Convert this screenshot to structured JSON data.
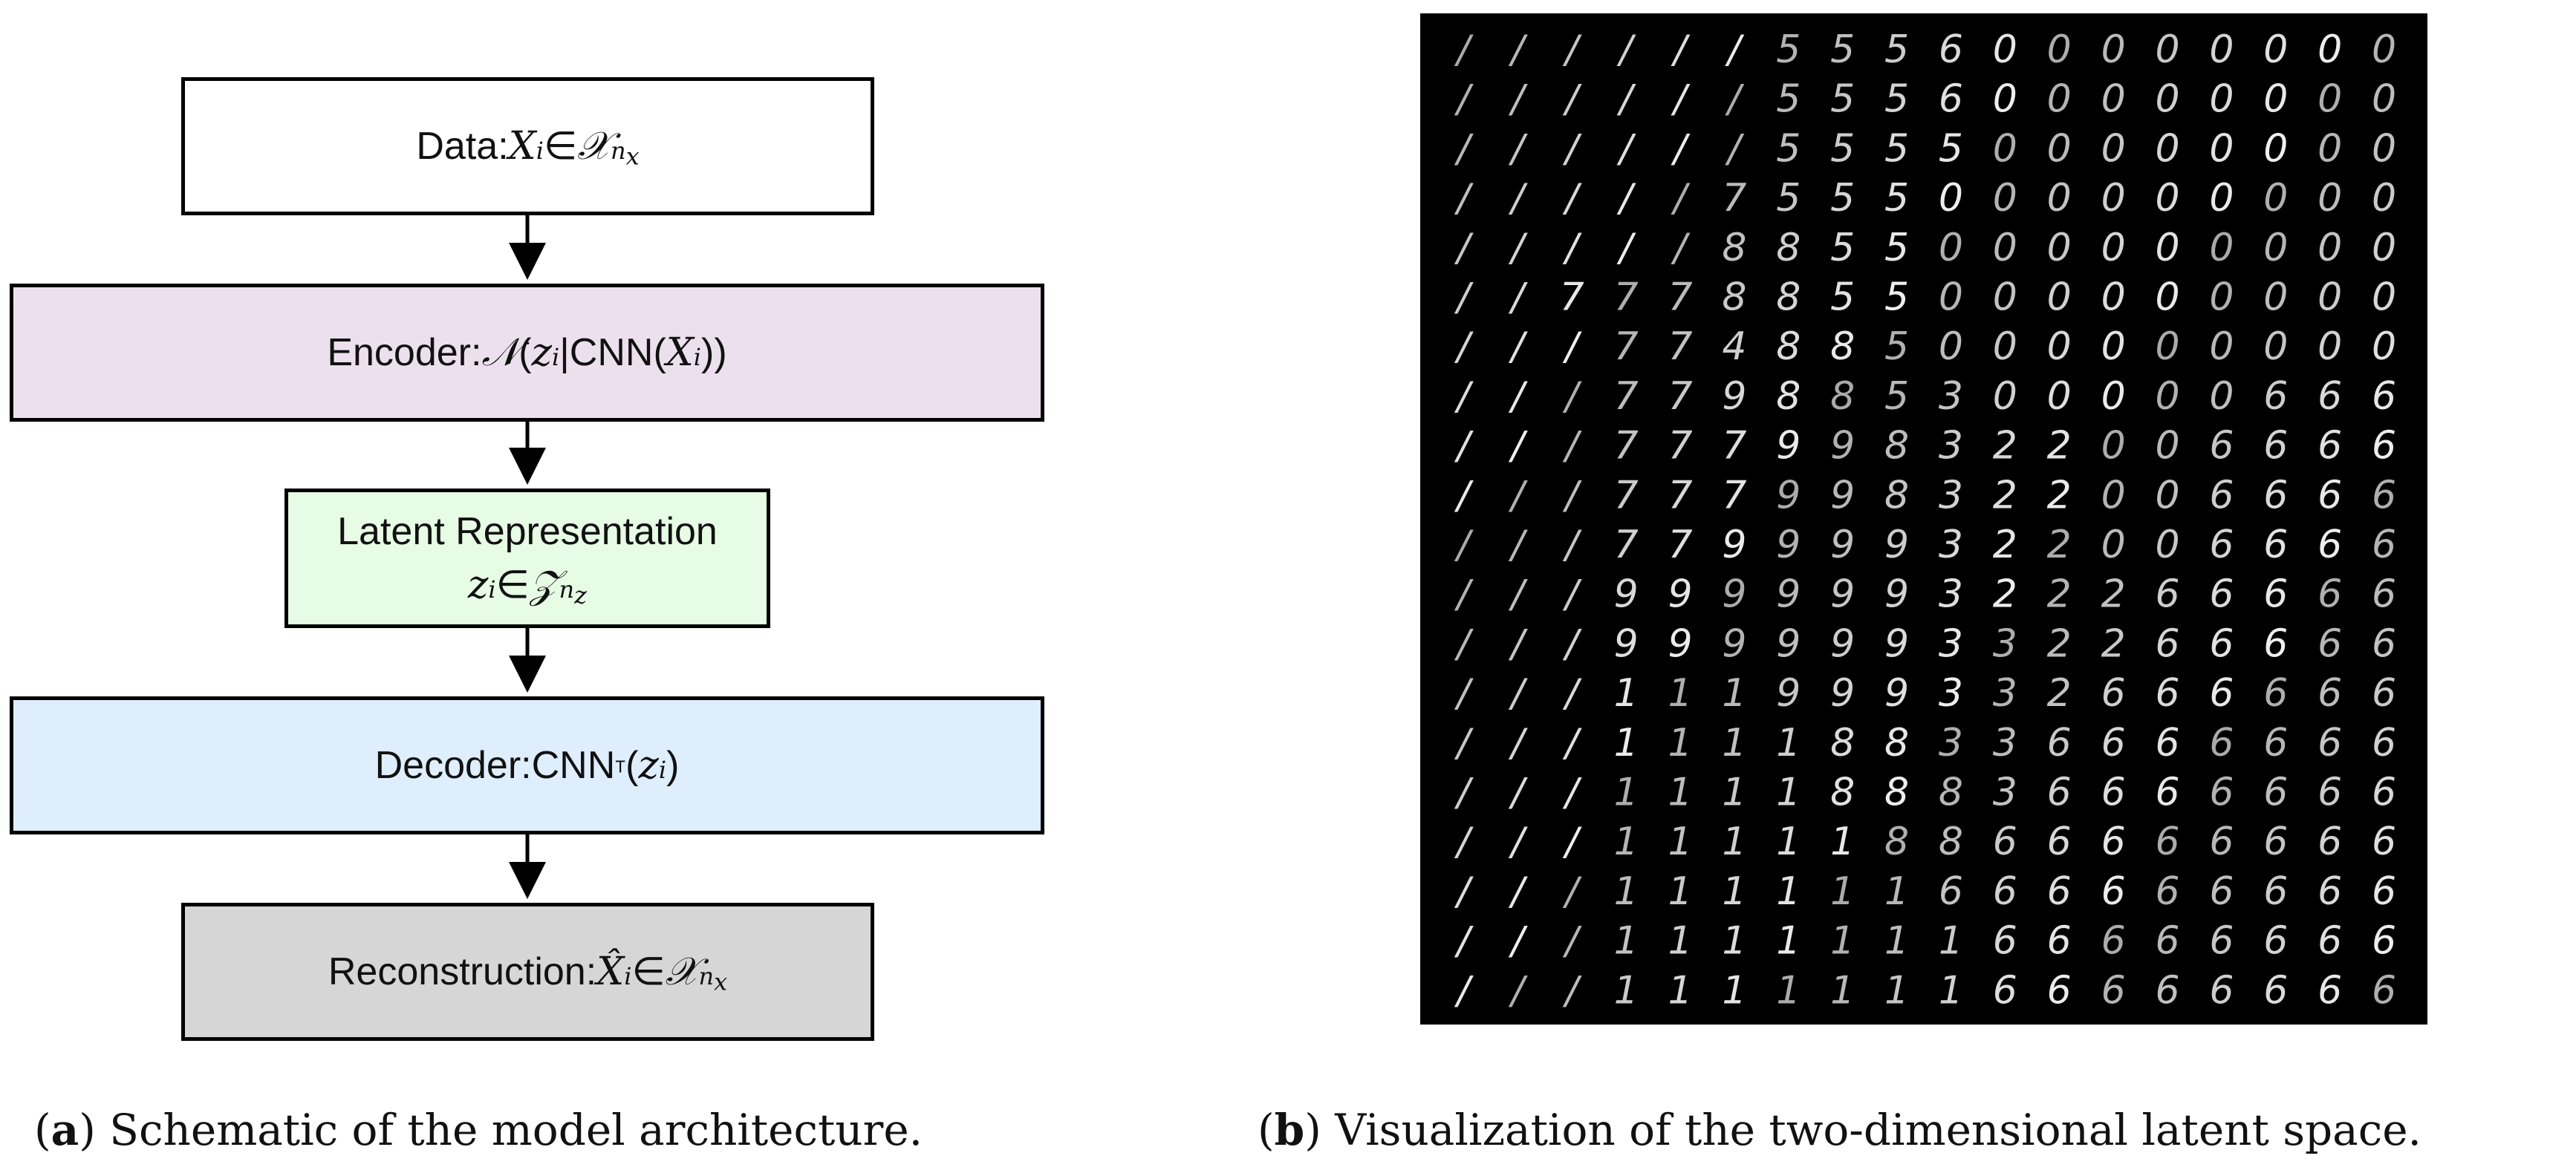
{
  "schematic": {
    "data_box": {
      "label": "Data: ",
      "var": "X",
      "sub": "i",
      "rel": "∈",
      "space": "𝒳",
      "sup_base": "n",
      "sup_sub": "x"
    },
    "encoder_box": {
      "label": "Encoder: ",
      "dist": "𝒩",
      "open": "(",
      "var": "z",
      "sub": "i",
      "bar": "|",
      "fn": "CNN",
      "open2": "(",
      "arg": "X",
      "arg_sub": "i",
      "close": "))"
    },
    "latent_box": {
      "title": "Latent Representation",
      "var": "z",
      "sub": "i",
      "rel": "∈",
      "space": "𝒵",
      "sup_base": "n",
      "sup_sub": "z"
    },
    "decoder_box": {
      "label": "Decoder: ",
      "fn": "CNN",
      "sup": "ᵀ",
      "open": "(",
      "var": "z",
      "sub": "i",
      "close": ")"
    },
    "reconstruction_box": {
      "label": "Reconstruction: ",
      "var": "X̂",
      "sub": "i",
      "rel": "∈",
      "space": "𝒳",
      "sup_base": "n",
      "sup_sub": "x"
    }
  },
  "latent_grid": {
    "rows": [
      "//////555600000000",
      "//////555600000000",
      "//////555500000000",
      "/////7555000000000",
      "/////8855000000000",
      "//7778855000000000",
      "///774885000000000",
      "///779885300000666",
      "///777998322006666",
      "///777998322006666",
      "///779999322006666",
      "///999999322266666",
      "///999999332266666",
      "///111999332666666",
      "///111188336666666",
      "///111188836666666",
      "///111118866666666",
      "///111111666666666",
      "///111111166666666",
      "///111111166666666"
    ]
  },
  "captions": {
    "a_label": "a",
    "a_text": ") Schematic of the model architecture.",
    "b_label": "b",
    "b_text": ") Visualization of the two-dimensional latent space."
  }
}
